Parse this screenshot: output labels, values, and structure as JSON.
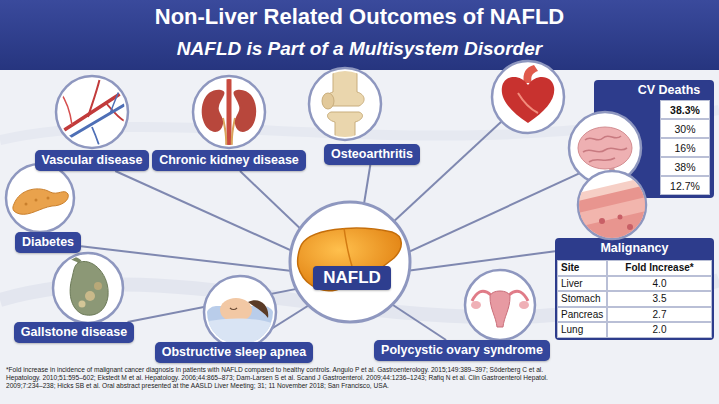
{
  "diagram": {
    "title": "Non-Liver Related Outcomes of NAFLD",
    "caption": "*Fold increase in incidence of malignant cancer diagnosis in patients with NAFLD compared to healthy controls. Angulo P et al. Gastroenterology. 2015;149:389–397; Söderberg C et al. Hepatology. 2010;51:595–602; Ekstedt M et al. Hepatology. 2006;44:865–873; Dam-Larsen S et al. Scand J Gastroenterol. 2009;44:1236–1243; Rafiq N et al. Clin Gastroenterol Hepatol. 2009;7:234–238; Hicks SB et al. Oral abstract presented at the AASLD Liver Meeting; 31; 11 November 2018; San Francisco, USA.",
    "nodes": [
      {
        "text": [
          "Vascular disease"
        ]
      },
      {
        "text": [
          "Chronic kidney disease"
        ]
      },
      {
        "text": [
          "Osteoarthritis"
        ]
      },
      {
        "text": [
          "CV Deaths"
        ]
      },
      {
        "text": [
          "Diabetes"
        ]
      },
      {
        "text": [
          "NAFLD"
        ]
      },
      {
        "text": [
          "Malignancy"
        ]
      },
      {
        "text": [
          "Gallstone disease"
        ]
      },
      {
        "text": [
          "Obstructive sleep apnea"
        ]
      },
      {
        "text": [
          "Polycystic ovary syndrome"
        ]
      }
    ],
    "edges": [
      {
        "from": 5,
        "to": 0,
        "arrow": "none"
      },
      {
        "from": 5,
        "to": 1,
        "arrow": "none"
      },
      {
        "from": 5,
        "to": 2,
        "arrow": "none"
      },
      {
        "from": 5,
        "to": 3,
        "arrow": "none"
      },
      {
        "from": 5,
        "to": 4,
        "arrow": "none"
      },
      {
        "from": 5,
        "to": 6,
        "arrow": "none"
      },
      {
        "from": 5,
        "to": 7,
        "arrow": "none"
      },
      {
        "from": 5,
        "to": 8,
        "arrow": "none"
      },
      {
        "from": 5,
        "to": 9,
        "arrow": "none"
      }
    ],
    "labels": [
      "NAFLD is Part of a Multisystem Disorder",
      "38.3%",
      "30%",
      "16%",
      "38%",
      "12.7%",
      "Site",
      "Fold Increase*",
      "Liver",
      "4.0",
      "Stomach",
      "3.5",
      "Pancreas",
      "2.7",
      "Lung",
      "2.0"
    ]
  }
}
